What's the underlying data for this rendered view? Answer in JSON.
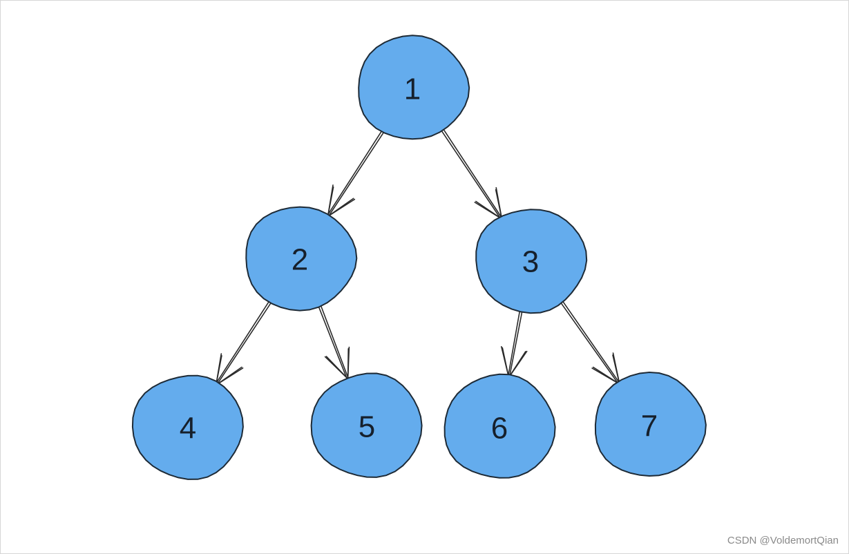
{
  "diagram": {
    "type": "binary-tree",
    "nodes": [
      {
        "id": "1",
        "label": "1"
      },
      {
        "id": "2",
        "label": "2"
      },
      {
        "id": "3",
        "label": "3"
      },
      {
        "id": "4",
        "label": "4"
      },
      {
        "id": "5",
        "label": "5"
      },
      {
        "id": "6",
        "label": "6"
      },
      {
        "id": "7",
        "label": "7"
      }
    ],
    "edges": [
      {
        "from": "1",
        "to": "2"
      },
      {
        "from": "1",
        "to": "3"
      },
      {
        "from": "2",
        "to": "4"
      },
      {
        "from": "2",
        "to": "5"
      },
      {
        "from": "3",
        "to": "6"
      },
      {
        "from": "3",
        "to": "7"
      }
    ],
    "colors": {
      "node_fill": "#64aced",
      "node_stroke": "#1d2a36",
      "edge": "#2a2a2a",
      "label": "#16202c"
    }
  },
  "watermark": "CSDN @VoldemortQian"
}
